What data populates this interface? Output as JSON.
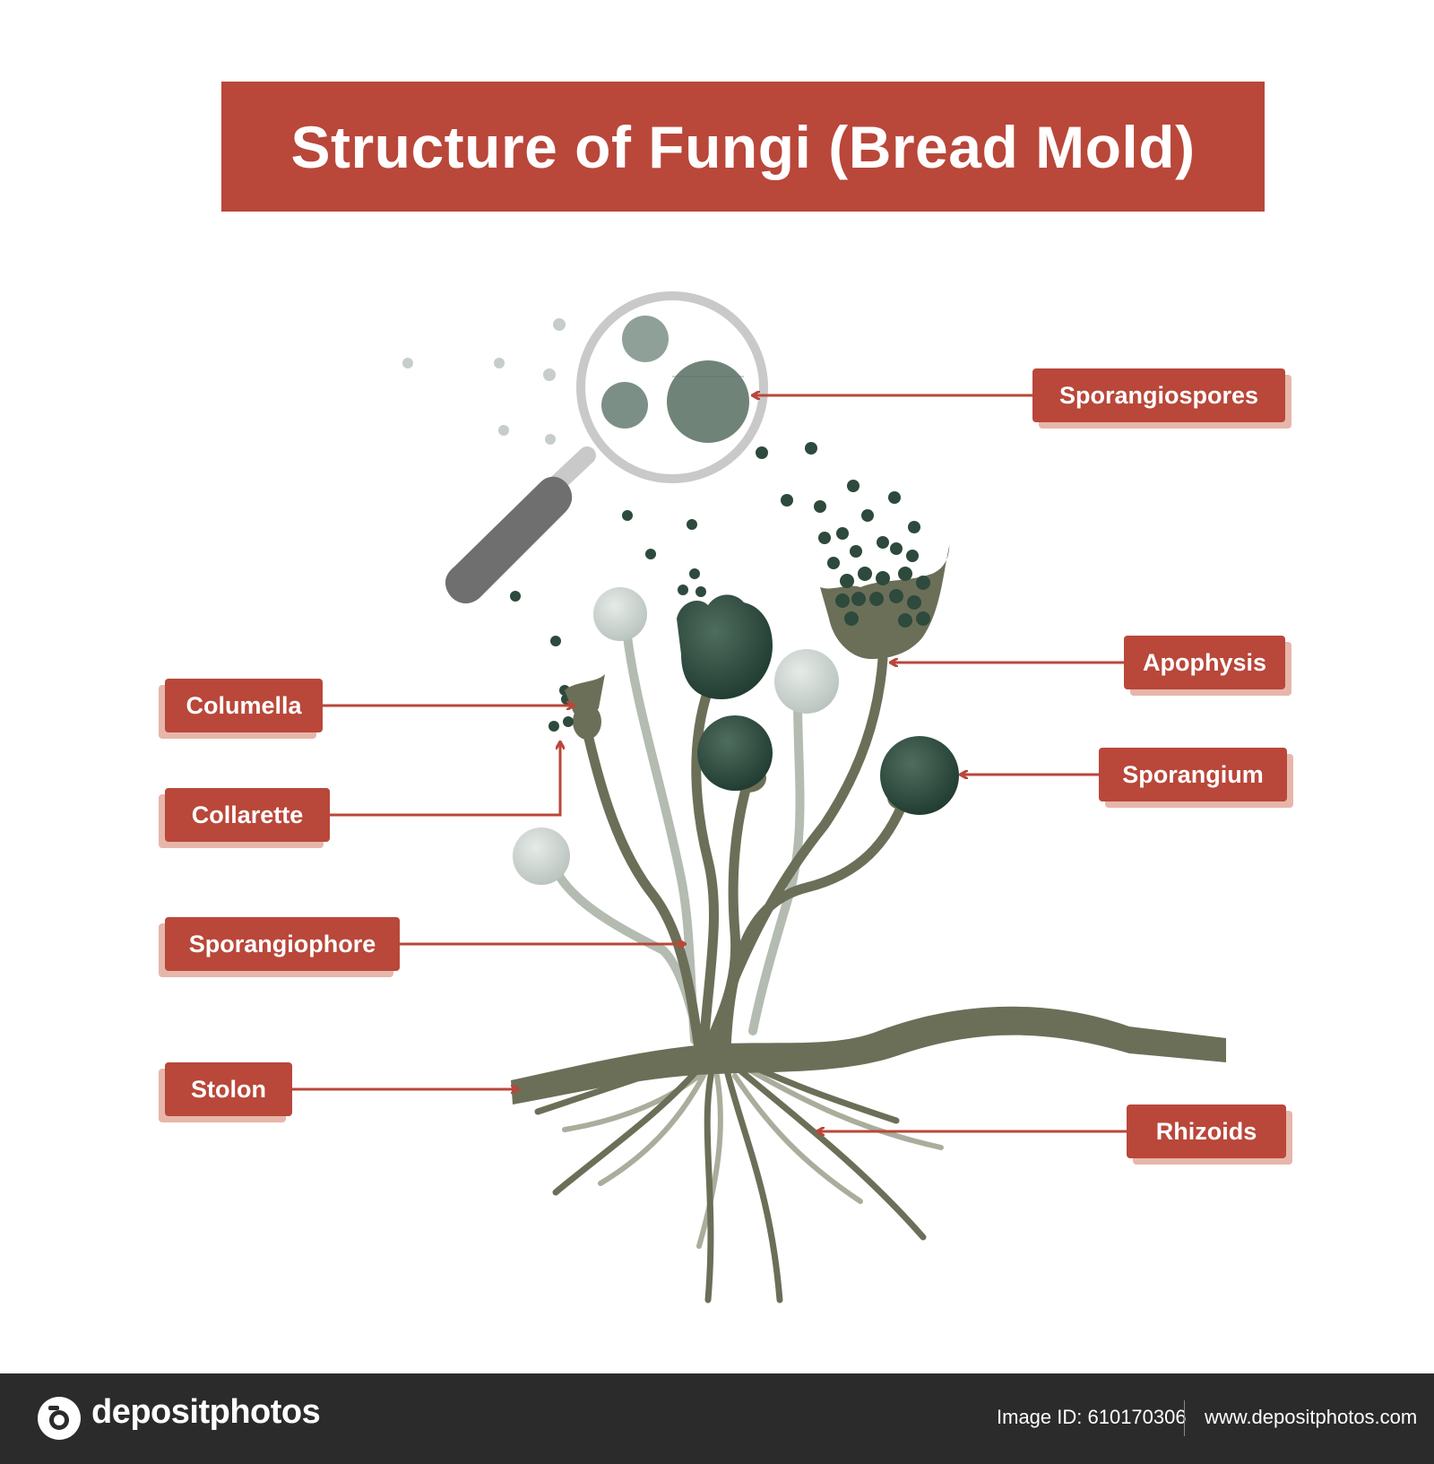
{
  "title": "Structure of Fungi (Bread Mold)",
  "labels": {
    "sporangiospores": "Sporangiospores",
    "apophysis": "Apophysis",
    "sporangium": "Sporangium",
    "rhizoids": "Rhizoids",
    "columella": "Columella",
    "collarette": "Collarette",
    "sporangiophore": "Sporangiophore",
    "stolon": "Stolon"
  },
  "footer": {
    "brand": "depositphotos",
    "image_id": "Image ID: 610170306",
    "site": "www.depositphotos.com"
  },
  "colors": {
    "accent": "#b9473a",
    "label_shadow": "#e7b6aa",
    "hypha": "#6b6f58",
    "sporangium_dark": "#2d4a3d",
    "footer_bg": "#2b2b2b"
  }
}
